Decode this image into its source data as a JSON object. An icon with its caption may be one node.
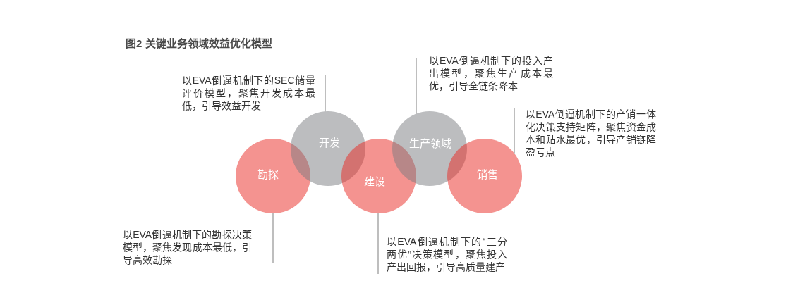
{
  "diagram": {
    "title": "图2 关键业务领域效益优化模型",
    "nodes": [
      {
        "text": [
          "勘探"
        ]
      },
      {
        "text": [
          "开发"
        ]
      },
      {
        "text": [
          "建设"
        ]
      },
      {
        "text": [
          "生产领域"
        ]
      },
      {
        "text": [
          "销售"
        ]
      },
      {
        "text": [
          "以EVA倒逼机制下的SEC储量评价模型，聚焦开发成本最低，引导效益开发"
        ]
      },
      {
        "text": [
          "以EVA倒逼机制下的投入产出模型，聚焦生产成本最优，引导全链条降本"
        ]
      },
      {
        "text": [
          "以EVA倒逼机制下的产销一体化决策支持矩阵，聚焦资金成本和贴水最优，引导产销链降盈亏点"
        ]
      },
      {
        "text": [
          "以EVA倒逼机制下的勘探决策模型，聚焦发现成本最低，引导高效勘探"
        ]
      },
      {
        "text": [
          "以EVA倒逼机制下的“三分两优”决策模型，聚焦投入产出回报，引导高质量建产"
        ]
      }
    ],
    "edges": [
      {
        "from": 5,
        "to": 1,
        "arrow": "none"
      },
      {
        "from": 6,
        "to": 3,
        "arrow": "none"
      },
      {
        "from": 7,
        "to": 4,
        "arrow": "none"
      },
      {
        "from": 8,
        "to": 0,
        "arrow": "none"
      },
      {
        "from": 9,
        "to": 2,
        "arrow": "none"
      }
    ]
  }
}
